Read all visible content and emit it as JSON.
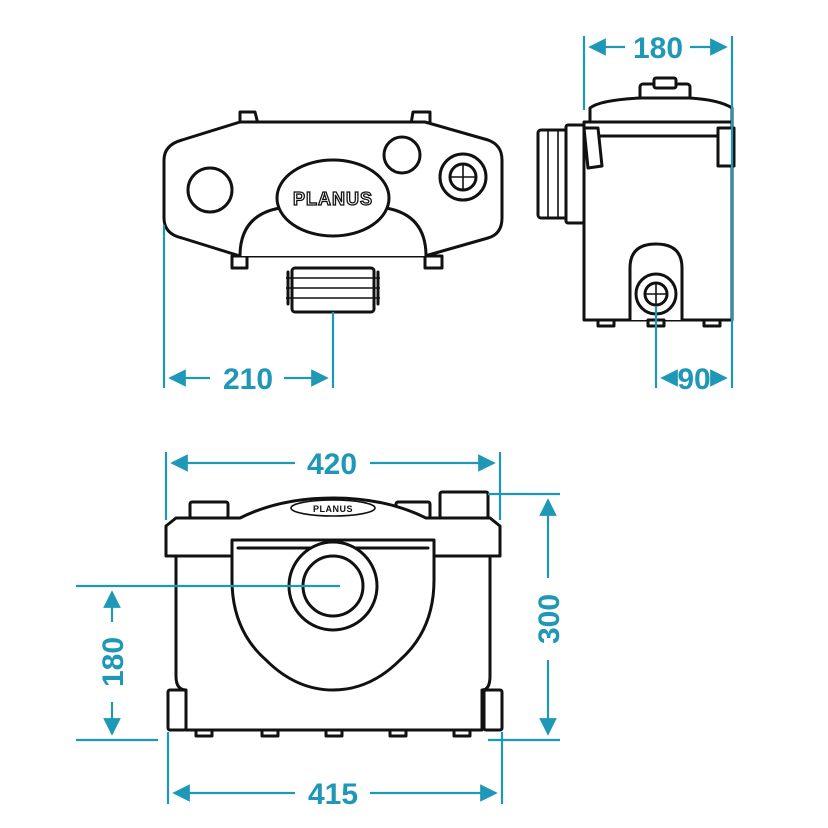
{
  "brand": {
    "logo_text": "PLANUS"
  },
  "dimensions": {
    "top_view_depth": "210",
    "side_view_width": "180",
    "side_view_outlet_offset": "90",
    "front_view_top_width": "420",
    "front_view_height": "300",
    "front_view_inlet_height": "180",
    "front_view_base_width": "415"
  },
  "colors": {
    "dimension_line": "#1f97b7",
    "outline": "#111111",
    "background": "#ffffff"
  },
  "views": [
    "top-view",
    "side-view",
    "front-view"
  ]
}
